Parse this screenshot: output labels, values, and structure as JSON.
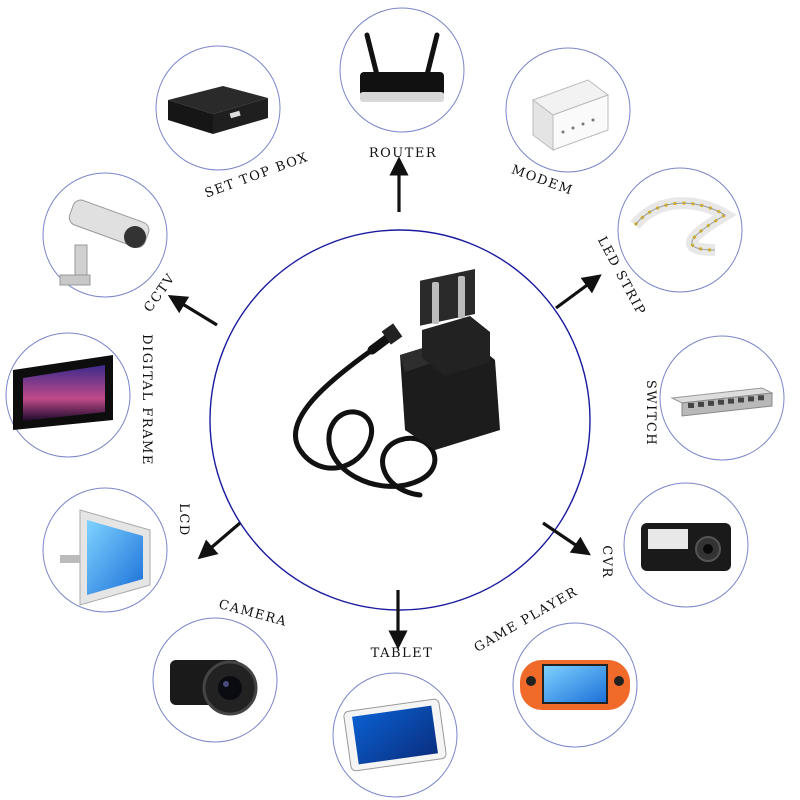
{
  "hub": {
    "name": "power-adapter",
    "icon": "power-adapter-icon"
  },
  "colors": {
    "hub_ring": "#1a1aa0",
    "device_ring": "#7a86c8",
    "arrow": "#111111"
  },
  "devices": [
    {
      "key": "router",
      "label": "ROUTER",
      "icon": "router-icon"
    },
    {
      "key": "modem",
      "label": "MODEM",
      "icon": "modem-icon"
    },
    {
      "key": "led-strip",
      "label": "LED STRIP",
      "icon": "led-strip-icon"
    },
    {
      "key": "switch",
      "label": "SWITCH",
      "icon": "network-switch-icon"
    },
    {
      "key": "cvr",
      "label": "CVR",
      "icon": "dashcam-icon"
    },
    {
      "key": "game-player",
      "label": "GAME PLAYER",
      "icon": "handheld-console-icon"
    },
    {
      "key": "tablet",
      "label": "TABLET",
      "icon": "tablet-icon"
    },
    {
      "key": "camera",
      "label": "CAMERA",
      "icon": "camera-icon"
    },
    {
      "key": "lcd",
      "label": "LCD",
      "icon": "monitor-icon"
    },
    {
      "key": "digital-frame",
      "label": "DIGITAL FRAME",
      "icon": "photo-frame-icon"
    },
    {
      "key": "cctv",
      "label": "CCTV",
      "icon": "cctv-camera-icon"
    },
    {
      "key": "set-top-box",
      "label": "SET TOP BOX",
      "icon": "set-top-box-icon"
    }
  ]
}
